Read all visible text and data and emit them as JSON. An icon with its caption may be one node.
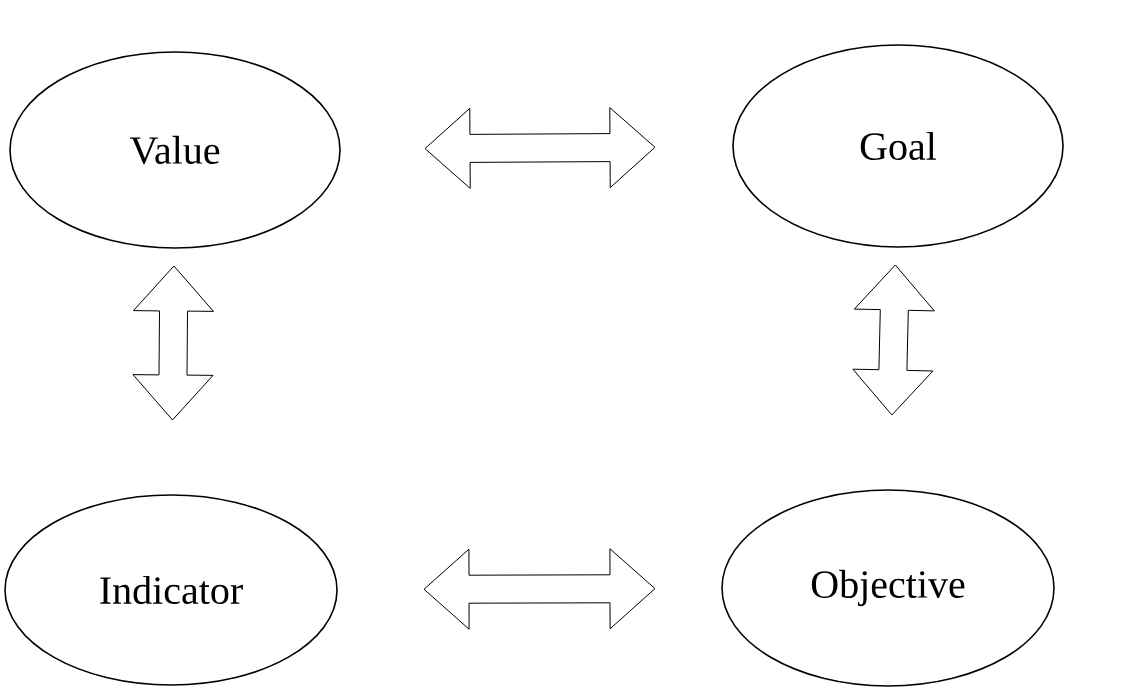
{
  "diagram": {
    "nodes": [
      {
        "text": [
          "Value"
        ]
      },
      {
        "text": [
          "Goal"
        ]
      },
      {
        "text": [
          "Indicator"
        ]
      },
      {
        "text": [
          "Objective"
        ]
      }
    ],
    "edges": [
      {
        "from": 0,
        "to": 1,
        "arrow": "both"
      },
      {
        "from": 0,
        "to": 2,
        "arrow": "both"
      },
      {
        "from": 1,
        "to": 3,
        "arrow": "both"
      },
      {
        "from": 2,
        "to": 3,
        "arrow": "both"
      }
    ]
  }
}
